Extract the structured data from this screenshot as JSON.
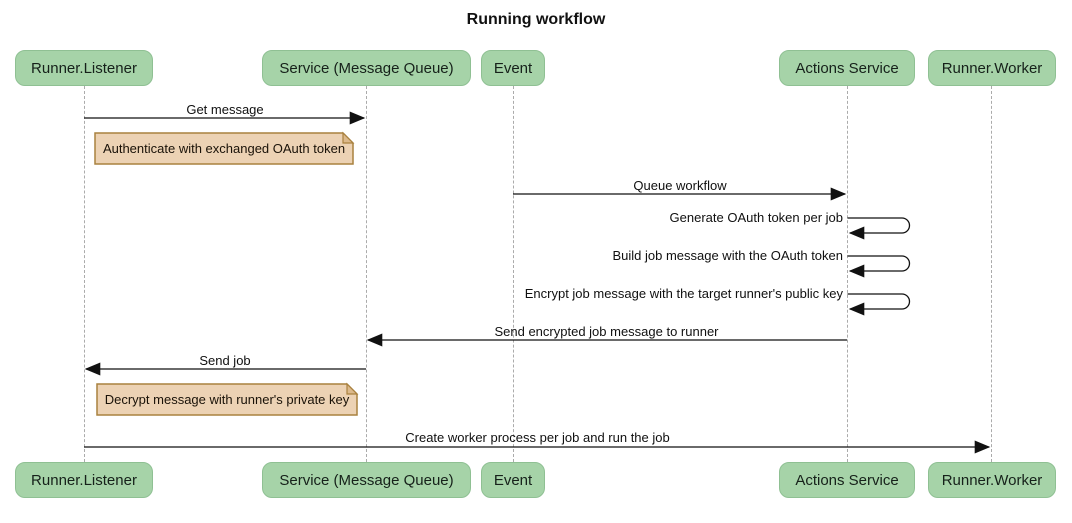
{
  "diagram": {
    "type": "sequence-diagram",
    "title": "Running workflow",
    "participants": [
      {
        "id": "runner-listener",
        "label": "Runner.Listener"
      },
      {
        "id": "service-message-queue",
        "label": "Service (Message Queue)"
      },
      {
        "id": "event",
        "label": "Event"
      },
      {
        "id": "actions-service",
        "label": "Actions Service"
      },
      {
        "id": "runner-worker",
        "label": "Runner.Worker"
      }
    ],
    "messages": [
      {
        "type": "arrow",
        "from": "Runner.Listener",
        "to": "Service (Message Queue)",
        "label": "Get message"
      },
      {
        "type": "note",
        "over": "Runner.Listener",
        "label": "Authenticate with exchanged OAuth token"
      },
      {
        "type": "arrow",
        "from": "Event",
        "to": "Actions Service",
        "label": "Queue workflow"
      },
      {
        "type": "self",
        "from": "Actions Service",
        "to": "Actions Service",
        "label": "Generate OAuth token per job"
      },
      {
        "type": "self",
        "from": "Actions Service",
        "to": "Actions Service",
        "label": "Build job message with the OAuth token"
      },
      {
        "type": "self",
        "from": "Actions Service",
        "to": "Actions Service",
        "label": "Encrypt job message with the target runner's public key"
      },
      {
        "type": "arrow",
        "from": "Actions Service",
        "to": "Service (Message Queue)",
        "label": "Send encrypted job message to runner"
      },
      {
        "type": "arrow",
        "from": "Service (Message Queue)",
        "to": "Runner.Listener",
        "label": "Send job"
      },
      {
        "type": "note",
        "over": "Runner.Listener",
        "label": "Decrypt message with runner's private key"
      },
      {
        "type": "arrow",
        "from": "Runner.Listener",
        "to": "Runner.Worker",
        "label": "Create worker process per job and run the job"
      }
    ],
    "colors": {
      "actor_fill": "#a6d3a8",
      "actor_border": "#8fc093",
      "note_fill": "#ecd2b4",
      "note_border": "#a9813f",
      "lifeline": "#ababab",
      "arrow": "#111111",
      "background": "#ffffff"
    }
  }
}
